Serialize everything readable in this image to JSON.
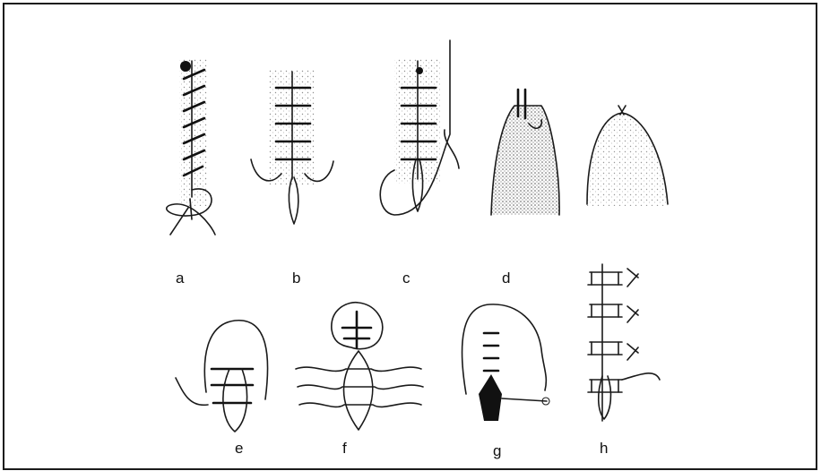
{
  "figure": {
    "panel_labels": [
      "a",
      "b",
      "c",
      "d",
      "e",
      "f",
      "g",
      "h"
    ],
    "colors": {
      "ink": "#1a1a1a",
      "background": "#ffffff",
      "border": "#1a1a1a"
    }
  }
}
